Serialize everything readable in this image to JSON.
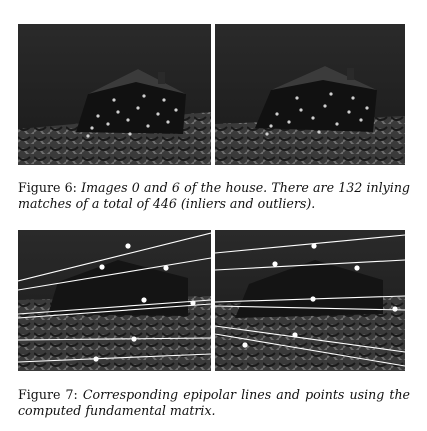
{
  "figure6": {
    "label": "Figure 6:",
    "text": "Images 0 and 6 of the house. There are 132 inlying matches of a total of 446 (inliers and outliers)."
  },
  "figure7": {
    "label": "Figure 7:",
    "text": "Corresponding epipolar lines and points using the computed fundamental matrix."
  },
  "colors": {
    "background": "#ffffff",
    "photo_dark": "#1c1c1c",
    "marks": "#ffffff"
  }
}
